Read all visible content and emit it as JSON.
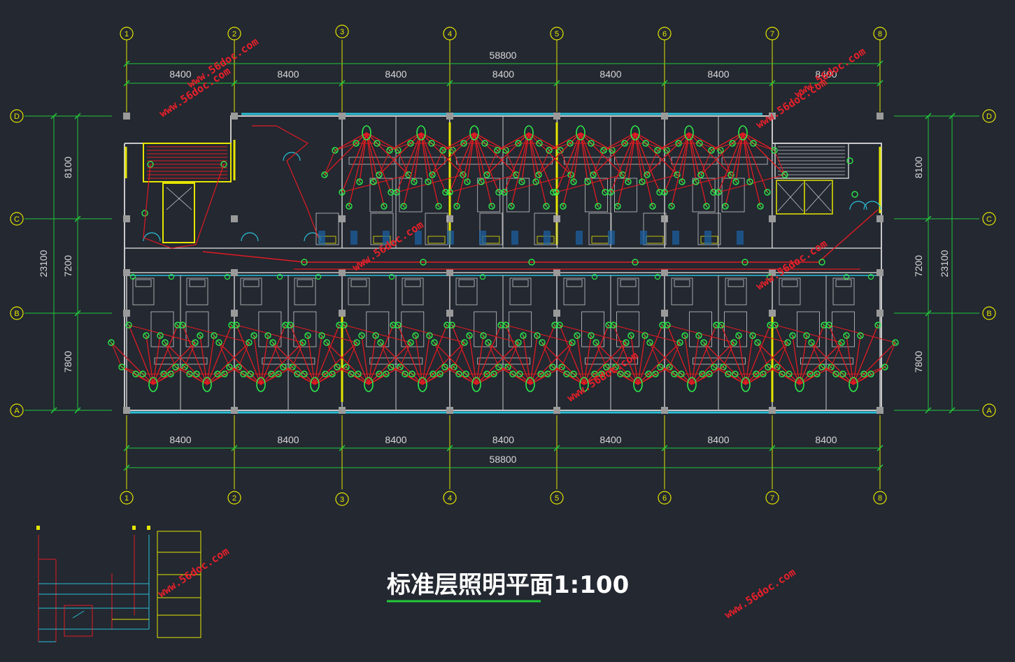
{
  "colors": {
    "background": "#232831",
    "axis": "#e6e600",
    "dimension": "#22c93a",
    "wall": "#c8c8c8",
    "window": "#2bc0d8",
    "wire": "#e01b22",
    "lamp": "#2ee84a",
    "column": "#9a9a9a",
    "watermark": "#e8202a",
    "title": "#ffffff",
    "title_underline": "#22c93a",
    "legend_box": "#e6e600"
  },
  "grid_columns": [
    "1",
    "2",
    "3",
    "4",
    "5",
    "6",
    "7",
    "8"
  ],
  "grid_rows": [
    "D",
    "C",
    "B",
    "A"
  ],
  "dimensions": {
    "top_total": "58800",
    "top_bays": [
      "8400",
      "8400",
      "8400",
      "8400",
      "8400",
      "8400",
      "8400"
    ],
    "bottom_bays": [
      "8400",
      "8400",
      "8400",
      "8400",
      "8400",
      "8400",
      "8400"
    ],
    "bottom_total": "58800",
    "left_overall": "23100",
    "left_segments": [
      "8100",
      "7200",
      "7800"
    ],
    "right_overall": "23100",
    "right_segments": [
      "8100",
      "7200",
      "7800"
    ]
  },
  "title": "标准层照明平面1:100",
  "watermarks": [
    "www.56doc.com",
    "www.56doc.com",
    "www.56doc.com",
    "www.56doc.com",
    "www.56doc.com",
    "www.56doc.com",
    "www.56doc.com",
    "www.56doc.com",
    "www.56doc.com"
  ]
}
